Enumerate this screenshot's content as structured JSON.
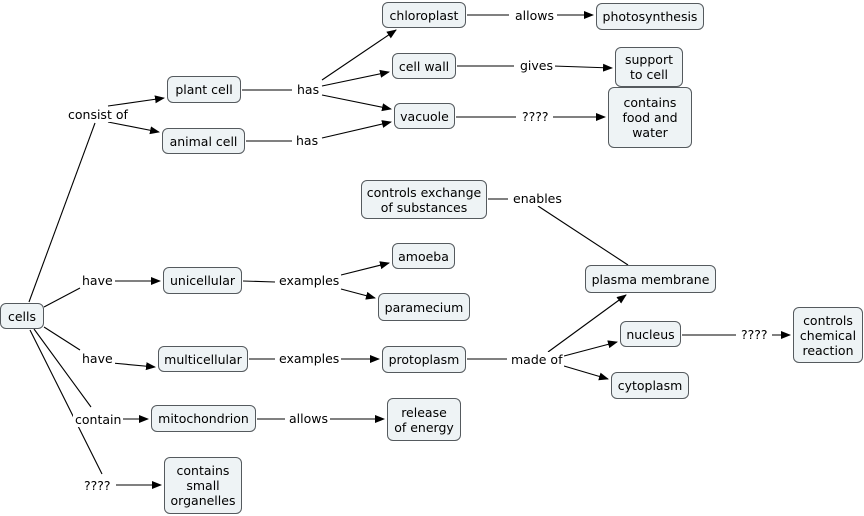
{
  "colors": {
    "node_fill": "#eef3f5",
    "node_border": "#555a5e",
    "line": "#000000"
  },
  "concepts": {
    "cells": "cells",
    "plant_cell": "plant cell",
    "animal_cell": "animal cell",
    "chloroplast": "chloroplast",
    "photosynthesis": "photosynthesis",
    "cell_wall": "cell wall",
    "support": "support\nto cell",
    "vacuole": "vacuole",
    "food_water": "contains\nfood and\nwater",
    "controls_exchange": "controls exchange\nof substances",
    "amoeba": "amoeba",
    "unicellular": "unicellular",
    "paramecium": "paramecium",
    "plasma_membrane": "plasma membrane",
    "multicellular": "multicellular",
    "protoplasm": "protoplasm",
    "nucleus": "nucleus",
    "controls_reaction": "controls\nchemical\nreaction",
    "cytoplasm": "cytoplasm",
    "mitochondrion": "mitochondrion",
    "release_energy": "release\nof energy",
    "small_organelles": "contains\nsmall\norganelles"
  },
  "links": {
    "consist_of": "consist of",
    "has_plant": "has",
    "has_animal": "has",
    "allows_chloro": "allows",
    "gives": "gives",
    "unknown_vacuole": "????",
    "enables": "enables",
    "have_uni": "have",
    "examples_uni": "examples",
    "have_multi": "have",
    "examples_multi": "examples",
    "made_of": "made of",
    "unknown_nucleus": "????",
    "contain": "contain",
    "allows_mito": "allows",
    "unknown_cells": "????"
  }
}
